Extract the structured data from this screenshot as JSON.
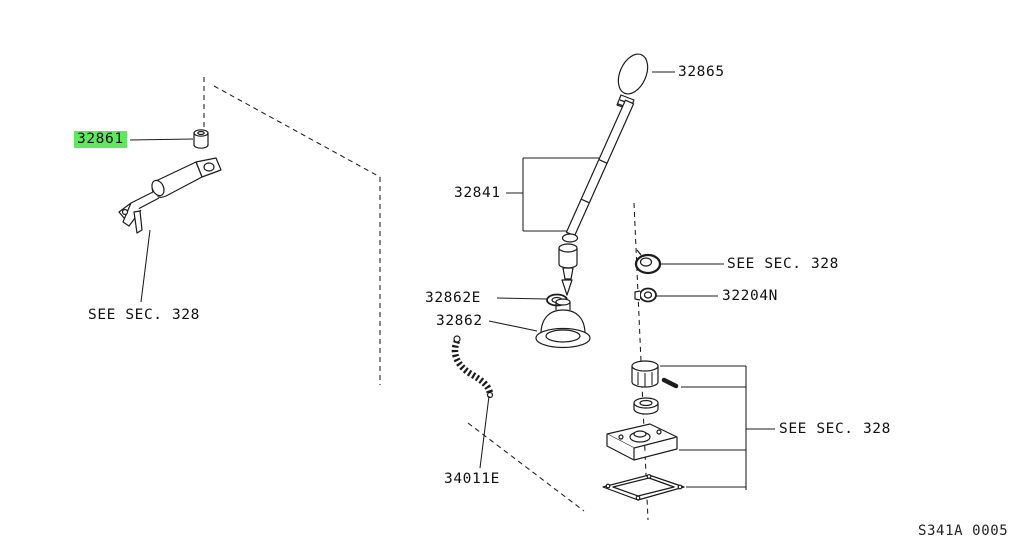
{
  "diagram": {
    "code": "S341A 0005",
    "highlight_color": "#5fe75f",
    "line_color": "#1c1c1c",
    "labels": {
      "p32861": "32861",
      "see_sec_left": "SEE SEC. 328",
      "p32865": "32865",
      "p32841": "32841",
      "p32862e": "32862E",
      "p32862": "32862",
      "see_sec_top": "SEE SEC. 328",
      "p32204n": "32204N",
      "see_sec_bottom": "SEE SEC. 328",
      "p34011e": "34011E"
    }
  }
}
